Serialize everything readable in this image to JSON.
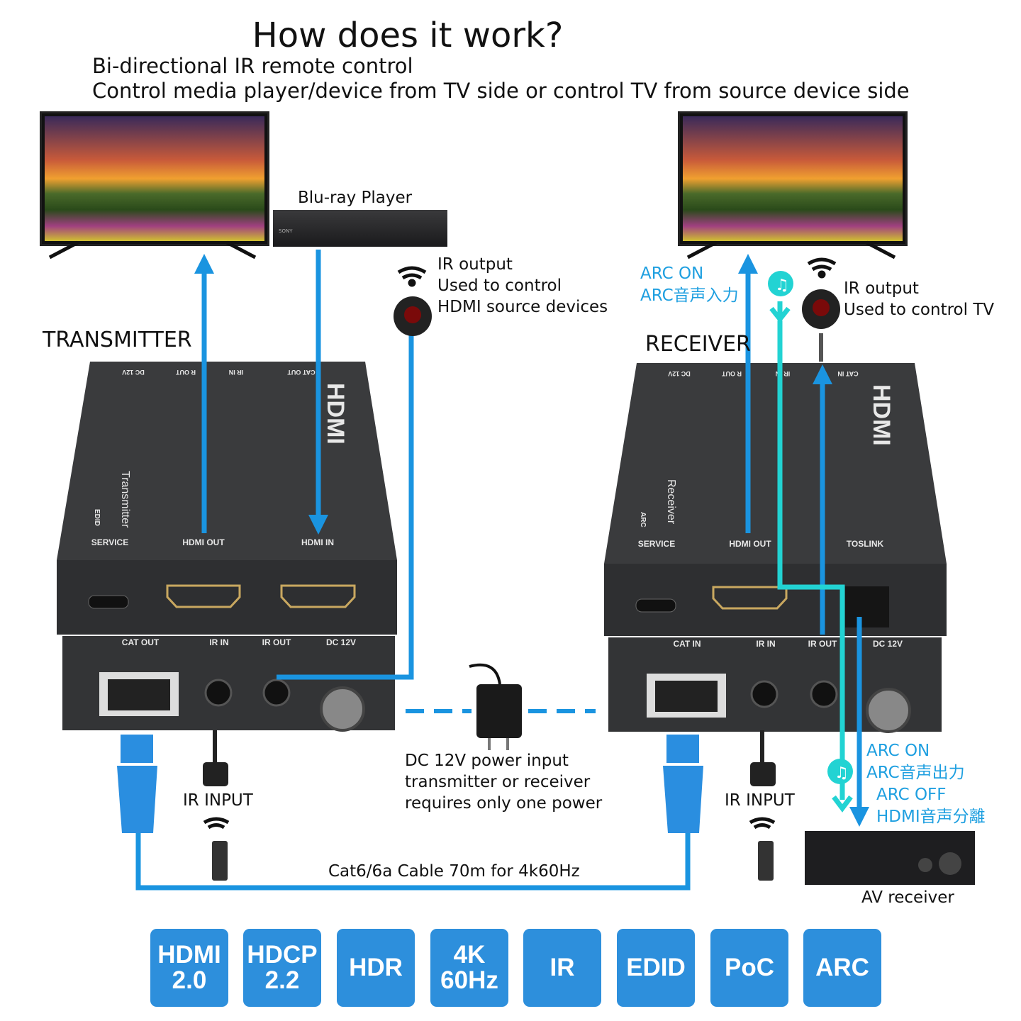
{
  "header": {
    "title": "How does it work?",
    "subtitle_lines": [
      "Bi-directional IR remote control",
      "Control media player/device from TV side or control TV from source device side"
    ]
  },
  "transmitter": {
    "label": "TRANSMITTER",
    "case_label": "Transmitter",
    "edid_label": "EDID",
    "top_ports": [
      "DC 12V",
      "R OUT",
      "IR IN",
      "CAT OUT"
    ],
    "front_ports": [
      "SERVICE",
      "HDMI OUT",
      "HDMI IN"
    ],
    "back_ports": [
      "CAT OUT",
      "IR IN",
      "IR OUT",
      "DC 12V"
    ]
  },
  "receiver": {
    "label": "RECEIVER",
    "case_label": "Receiver",
    "arc_label": "ARC",
    "top_ports": [
      "DC 12V",
      "R OUT",
      "IR IN",
      "CAT IN"
    ],
    "front_ports": [
      "SERVICE",
      "HDMI OUT",
      "TOSLINK"
    ],
    "back_ports": [
      "CAT IN",
      "IR IN",
      "IR OUT",
      "DC 12V"
    ]
  },
  "bluray": {
    "label": "Blu-ray Player",
    "brand": "SONY"
  },
  "ir_output_left": [
    "IR output",
    "Used to control",
    "HDMI source devices"
  ],
  "ir_output_right": [
    "IR output",
    "Used to control TV"
  ],
  "arc_in": [
    "ARC ON",
    "ARC音声入力"
  ],
  "arc_out": [
    "ARC ON",
    "ARC音声出力",
    "ARC OFF",
    "HDMI音声分離"
  ],
  "power": [
    "DC 12V power input",
    "transmitter or receiver",
    "requires only one power"
  ],
  "ir_input_left": "IR INPUT",
  "ir_input_right": "IR INPUT",
  "cable_label": "Cat6/6a Cable 70m for 4k60Hz",
  "av_receiver": "AV receiver",
  "hdmi_logo": "HDMI",
  "badges": [
    "HDMI\n2.0",
    "HDCP\n2.2",
    "HDR",
    "4K\n60Hz",
    "IR",
    "EDID",
    "PoC",
    "ARC"
  ],
  "colors": {
    "signal_blue": "#1a94e0",
    "arc_cyan": "#22d3d3",
    "badge_blue": "#2d8fdc",
    "device": "#3a3b3d",
    "arc_text": "#1e9fe0"
  }
}
